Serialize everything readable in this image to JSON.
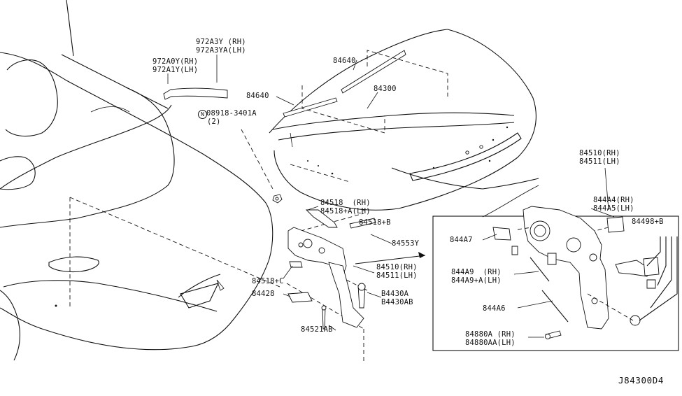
{
  "labels": {
    "p972a3y": "972A3Y (RH)",
    "p972a3ya": "972A3YA(LH)",
    "p972a0y": "972A0Y(RH)",
    "p972a1y": "972A1Y(LH)",
    "nut_symbol": "N",
    "p08918": "08918-3401A",
    "p08918_qty": "(2)",
    "p84640_top": "84640",
    "p84640_left": "84640",
    "p84300": "84300",
    "p84518": "84518  (RH)",
    "p84518a": "84518+A(LH)",
    "p84518b": "84518+B",
    "p84553y": "84553Y",
    "p84510_mid": "84510(RH)",
    "p84511_mid": "84511(LH)",
    "p84518c": "84518+C",
    "p84428": "84428",
    "p84430a": "B4430A",
    "p84430ab": "B4430AB",
    "p84521ab": "84521AB",
    "p84510_box": "84510(RH)",
    "p84511_box": "84511(LH)",
    "p844a4": "844A4(RH)",
    "p844a5": "844A5(LH)",
    "p84498b": "84498+B",
    "p844a7": "844A7",
    "p844a9": "844A9  (RH)",
    "p844a9a": "844A9+A(LH)",
    "p844a6": "844A6",
    "p84880a": "84880A (RH)",
    "p84880aa": "84880AA(LH)",
    "diagram_code": "J84300D4"
  }
}
